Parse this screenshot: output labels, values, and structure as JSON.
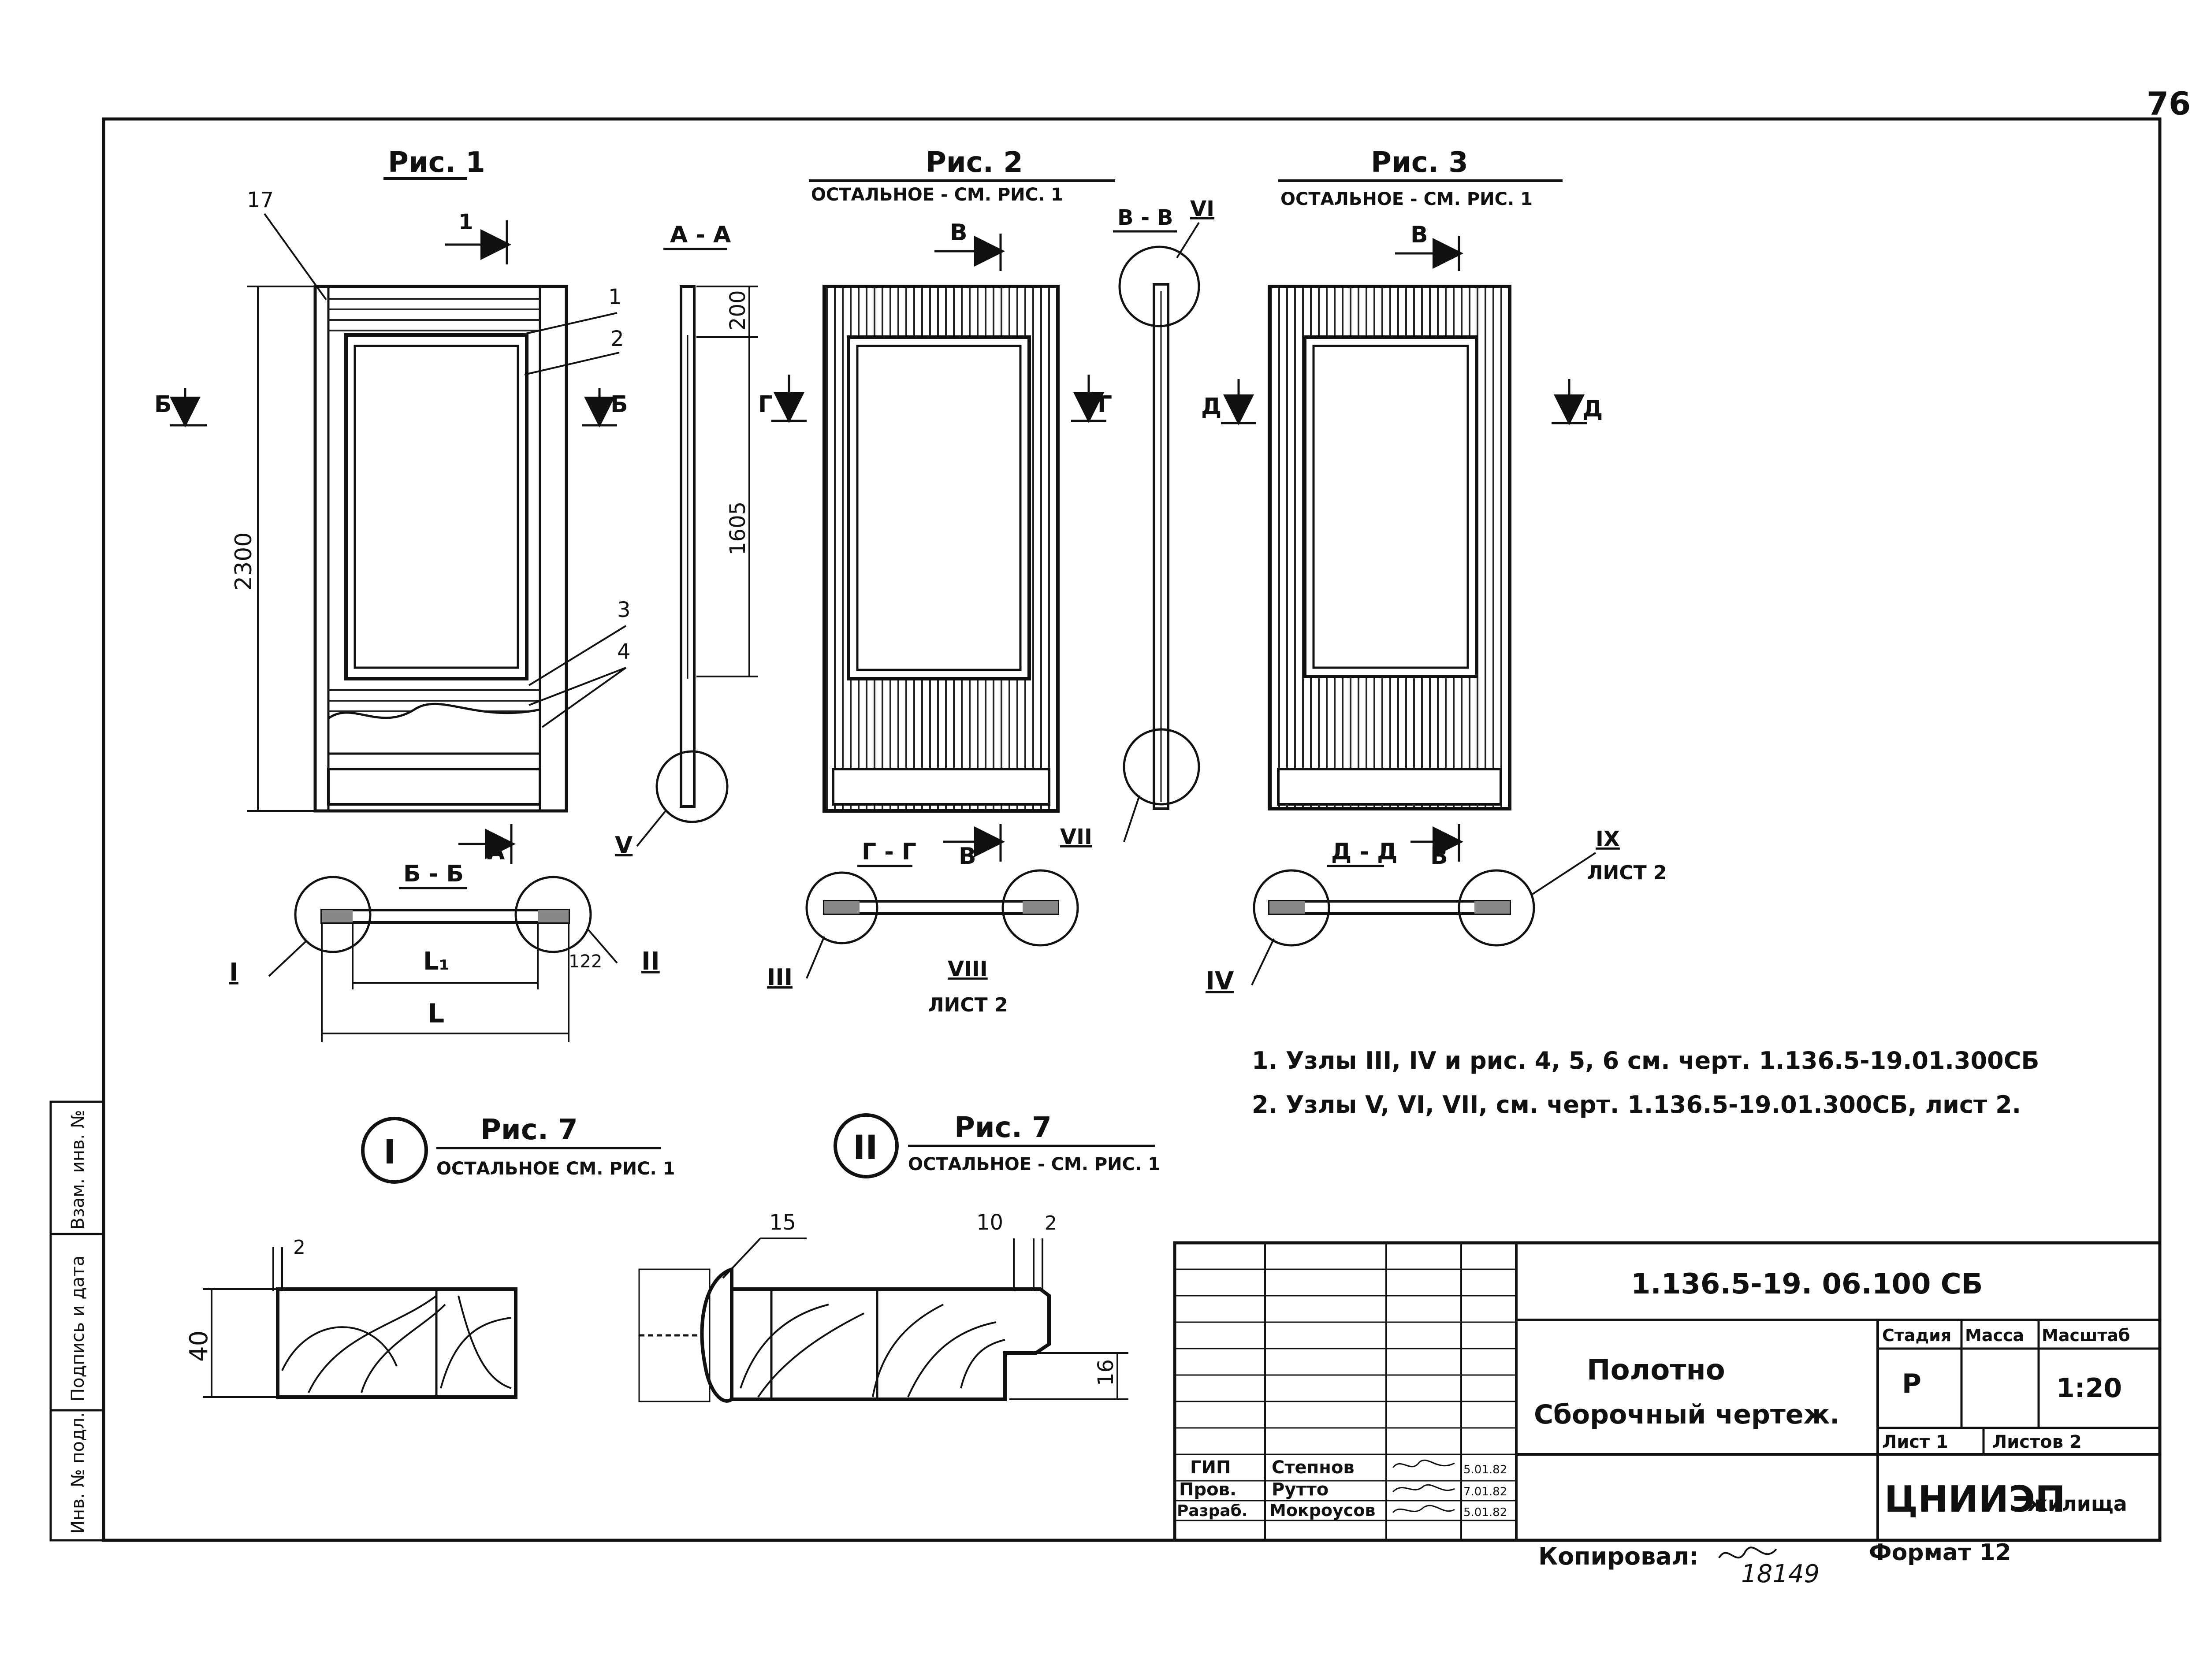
{
  "page_number": "76",
  "fig1": {
    "title": "Рис. 1",
    "lbl_17": "17",
    "cut_1": "1",
    "cut_b_left": "Б",
    "cut_b_right": "Б",
    "cut_a": "А",
    "dim_2300": "2300",
    "lbl_1": "1",
    "lbl_2": "2",
    "lbl_3": "3",
    "lbl_4": "4"
  },
  "section_aa": {
    "title": "А - А",
    "dim_200": "200",
    "dim_1605": "1605",
    "node_v": "V"
  },
  "section_bb": {
    "title": "Б - Б",
    "dim_l1": "L₁",
    "dim_l": "L",
    "dim_122": "122",
    "node_i": "I",
    "node_ii": "II"
  },
  "fig2": {
    "title": "Рис. 2",
    "subtitle": "ОСТАЛЬНОЕ - СМ. РИС. 1",
    "cut_v": "В",
    "cut_g_left": "Г",
    "cut_g_right": "Г",
    "section_title": "Г - Г",
    "section_cut": "В",
    "node_iii": "III",
    "node_viii": "VIII",
    "node_viii_sheet": "ЛИСТ 2"
  },
  "section_vv": {
    "title": "В - В",
    "node_vi": "VI",
    "node_vii": "VII"
  },
  "fig3": {
    "title": "Рис. 3",
    "subtitle": "ОСТАЛЬНОЕ - СМ. РИС. 1",
    "cut_v": "В",
    "cut_d_left": "Д",
    "cut_d_right": "Д",
    "section_title": "Д - Д",
    "section_cut": "В",
    "node_iv": "IV",
    "node_ix": "IX",
    "node_ix_sheet": "ЛИСТ 2"
  },
  "notes": [
    "1. Узлы   III, IV  и рис. 4, 5, 6 см. черт. 1.136.5-19.01.300СБ",
    "2. Узлы  V, VI, VII, см. черт. 1.136.5-19.01.300СБ, лист 2."
  ],
  "detail_i": {
    "node": "I",
    "title": "Рис. 7",
    "subtitle": "ОСТАЛЬНОЕ СМ. РИС. 1",
    "dim_2": "2",
    "dim_40": "40"
  },
  "detail_ii": {
    "node": "II",
    "title": "Рис. 7",
    "subtitle": "ОСТАЛЬНОЕ - СМ. РИС. 1",
    "dim_15": "15",
    "dim_10": "10",
    "dim_2": "2",
    "dim_16": "16"
  },
  "side_stamp": [
    "Инв. № подл.",
    "Подпись и дата",
    "Взам. инв. №"
  ],
  "title_block": {
    "doc_code": "1.136.5-19. 06.100 СБ",
    "name_line1": "Полотно",
    "name_line2": "Сборочный чертеж.",
    "stage_header": "Стадия",
    "mass_header": "Масса",
    "scale_header": "Масштаб",
    "stage_value": "Р",
    "scale_value": "1:20",
    "sheet": "Лист 1",
    "sheets": "Листов 2",
    "org": "ЦНИИЭП",
    "org_suffix": "жилища",
    "roles": [
      {
        "role": "ГИП",
        "name": "Степнов",
        "date": "5.01.82"
      },
      {
        "role": "Пров.",
        "name": "Рутто",
        "date": "7.01.82"
      },
      {
        "role": "Разраб.",
        "name": "Мокроусов",
        "date": "5.01.82"
      }
    ]
  },
  "footer": {
    "copied_label": "Копировал:",
    "copy_number": "18149",
    "format": "Формат 12"
  }
}
